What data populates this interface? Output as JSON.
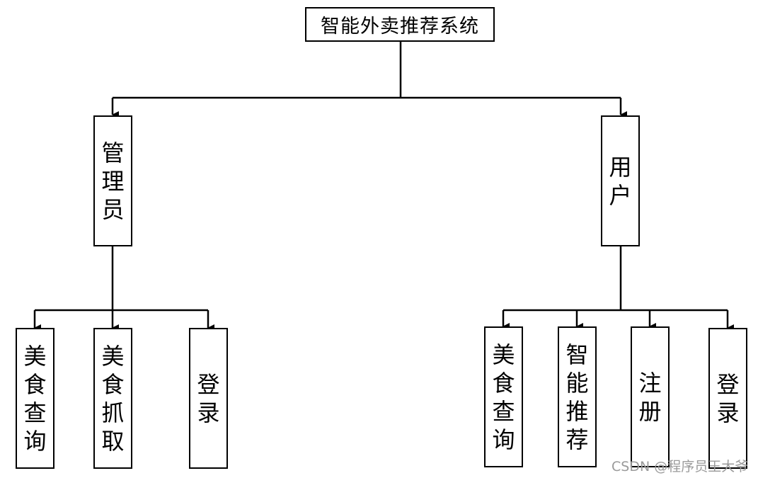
{
  "root": {
    "label": "智能外卖推荐系统"
  },
  "admin": {
    "label": "管理员",
    "children": [
      "美食查询",
      "美食抓取",
      "登录"
    ]
  },
  "user": {
    "label": "用户",
    "children": [
      "美食查询",
      "智能推荐",
      "注册",
      "登录"
    ]
  },
  "watermark": "CSDN @程序员王大爷",
  "colors": {
    "line": "#000000",
    "box_border": "#000000",
    "background": "#ffffff",
    "watermark": "#9a9a9a"
  }
}
